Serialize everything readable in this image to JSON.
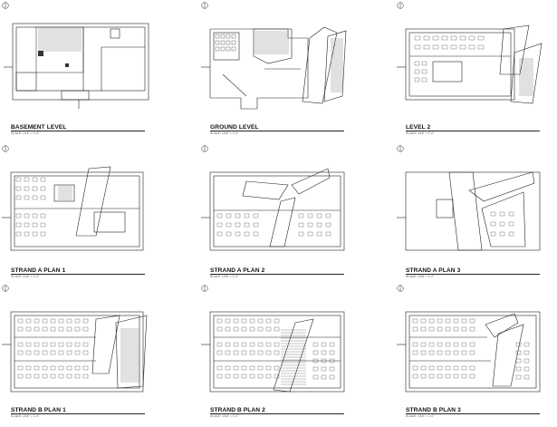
{
  "sheet": {
    "panels": [
      {
        "id": "basement",
        "title": "BASEMENT LEVEL",
        "scale": "SCALE: 1/16\" = 1'-0\""
      },
      {
        "id": "ground",
        "title": "GROUND LEVEL",
        "scale": "SCALE: 1/16\" = 1'-0\""
      },
      {
        "id": "level2",
        "title": "LEVEL 2",
        "scale": "SCALE: 1/16\" = 1'-0\""
      },
      {
        "id": "strand-a-1",
        "title": "STRAND A PLAN 1",
        "scale": "SCALE: 1/16\" = 1'-0\""
      },
      {
        "id": "strand-a-2",
        "title": "STRAND A PLAN 2",
        "scale": "SCALE: 1/16\" = 1'-0\""
      },
      {
        "id": "strand-a-3",
        "title": "STRAND A PLAN 3",
        "scale": "SCALE: 1/16\" = 1'-0\""
      },
      {
        "id": "strand-b-1",
        "title": "STRAND B PLAN 1",
        "scale": "SCALE: 1/16\" = 1'-0\""
      },
      {
        "id": "strand-b-2",
        "title": "STRAND B PLAN 2",
        "scale": "SCALE: 1/16\" = 1'-0\""
      },
      {
        "id": "strand-b-3",
        "title": "STRAND B PLAN 3",
        "scale": "SCALE: 1/16\" = 1'-0\""
      }
    ],
    "line_color": "#222222",
    "hatch_color": "#555555"
  }
}
